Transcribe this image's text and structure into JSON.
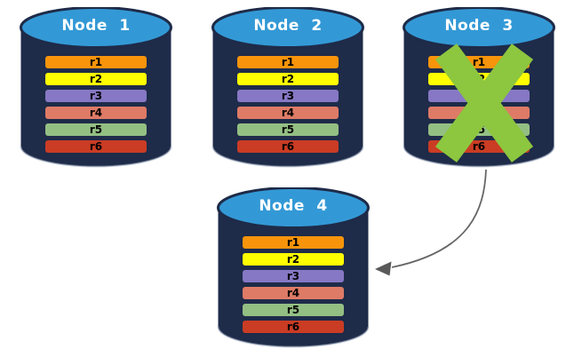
{
  "diagram": {
    "type": "database-replication-failover",
    "arrow": {
      "from": "Node 3",
      "to": "Node 4"
    }
  },
  "colors": {
    "background": "#FFFFFF",
    "cylinder_body": "#1E2B49",
    "cylinder_top": "#3399D6",
    "title_text": "#FFFFFF",
    "row_text": "#000000",
    "x_mark": "#8DC63F",
    "arrow": "#666666",
    "arrowhead": "#595959"
  },
  "icons": {
    "failure_x": {
      "name": "x-mark-icon",
      "shape": "two thick crossed diagonal strokes",
      "color": "#8DC63F"
    },
    "transfer_arrow": {
      "name": "curved-arrow-icon",
      "shape": "curved line with solid triangular head",
      "color": "#666666"
    }
  },
  "nodes": [
    {
      "label": "Node 1",
      "failed": false,
      "rows": [
        {
          "label": "r1",
          "color": "#F7940B"
        },
        {
          "label": "r2",
          "color": "#FEFE00"
        },
        {
          "label": "r3",
          "color": "#8678C4"
        },
        {
          "label": "r4",
          "color": "#DE7B66"
        },
        {
          "label": "r5",
          "color": "#94BF83"
        },
        {
          "label": "r6",
          "color": "#CA3C24"
        }
      ]
    },
    {
      "label": "Node 2",
      "failed": false,
      "rows": [
        {
          "label": "r1",
          "color": "#F7940B"
        },
        {
          "label": "r2",
          "color": "#FEFE00"
        },
        {
          "label": "r3",
          "color": "#8678C4"
        },
        {
          "label": "r4",
          "color": "#DE7B66"
        },
        {
          "label": "r5",
          "color": "#94BF83"
        },
        {
          "label": "r6",
          "color": "#CA3C24"
        }
      ]
    },
    {
      "label": "Node 3",
      "failed": true,
      "rows": [
        {
          "label": "r1",
          "color": "#F7940B"
        },
        {
          "label": "r2",
          "color": "#FEFE00"
        },
        {
          "label": "r3",
          "color": "#8678C4"
        },
        {
          "label": "r4",
          "color": "#DE7B66"
        },
        {
          "label": "r5",
          "color": "#94BF83"
        },
        {
          "label": "r6",
          "color": "#CA3C24"
        }
      ]
    },
    {
      "label": "Node 4",
      "failed": false,
      "rows": [
        {
          "label": "r1",
          "color": "#F7940B"
        },
        {
          "label": "r2",
          "color": "#FEFE00"
        },
        {
          "label": "r3",
          "color": "#8678C4"
        },
        {
          "label": "r4",
          "color": "#DE7B66"
        },
        {
          "label": "r5",
          "color": "#94BF83"
        },
        {
          "label": "r6",
          "color": "#CA3C24"
        }
      ]
    }
  ]
}
